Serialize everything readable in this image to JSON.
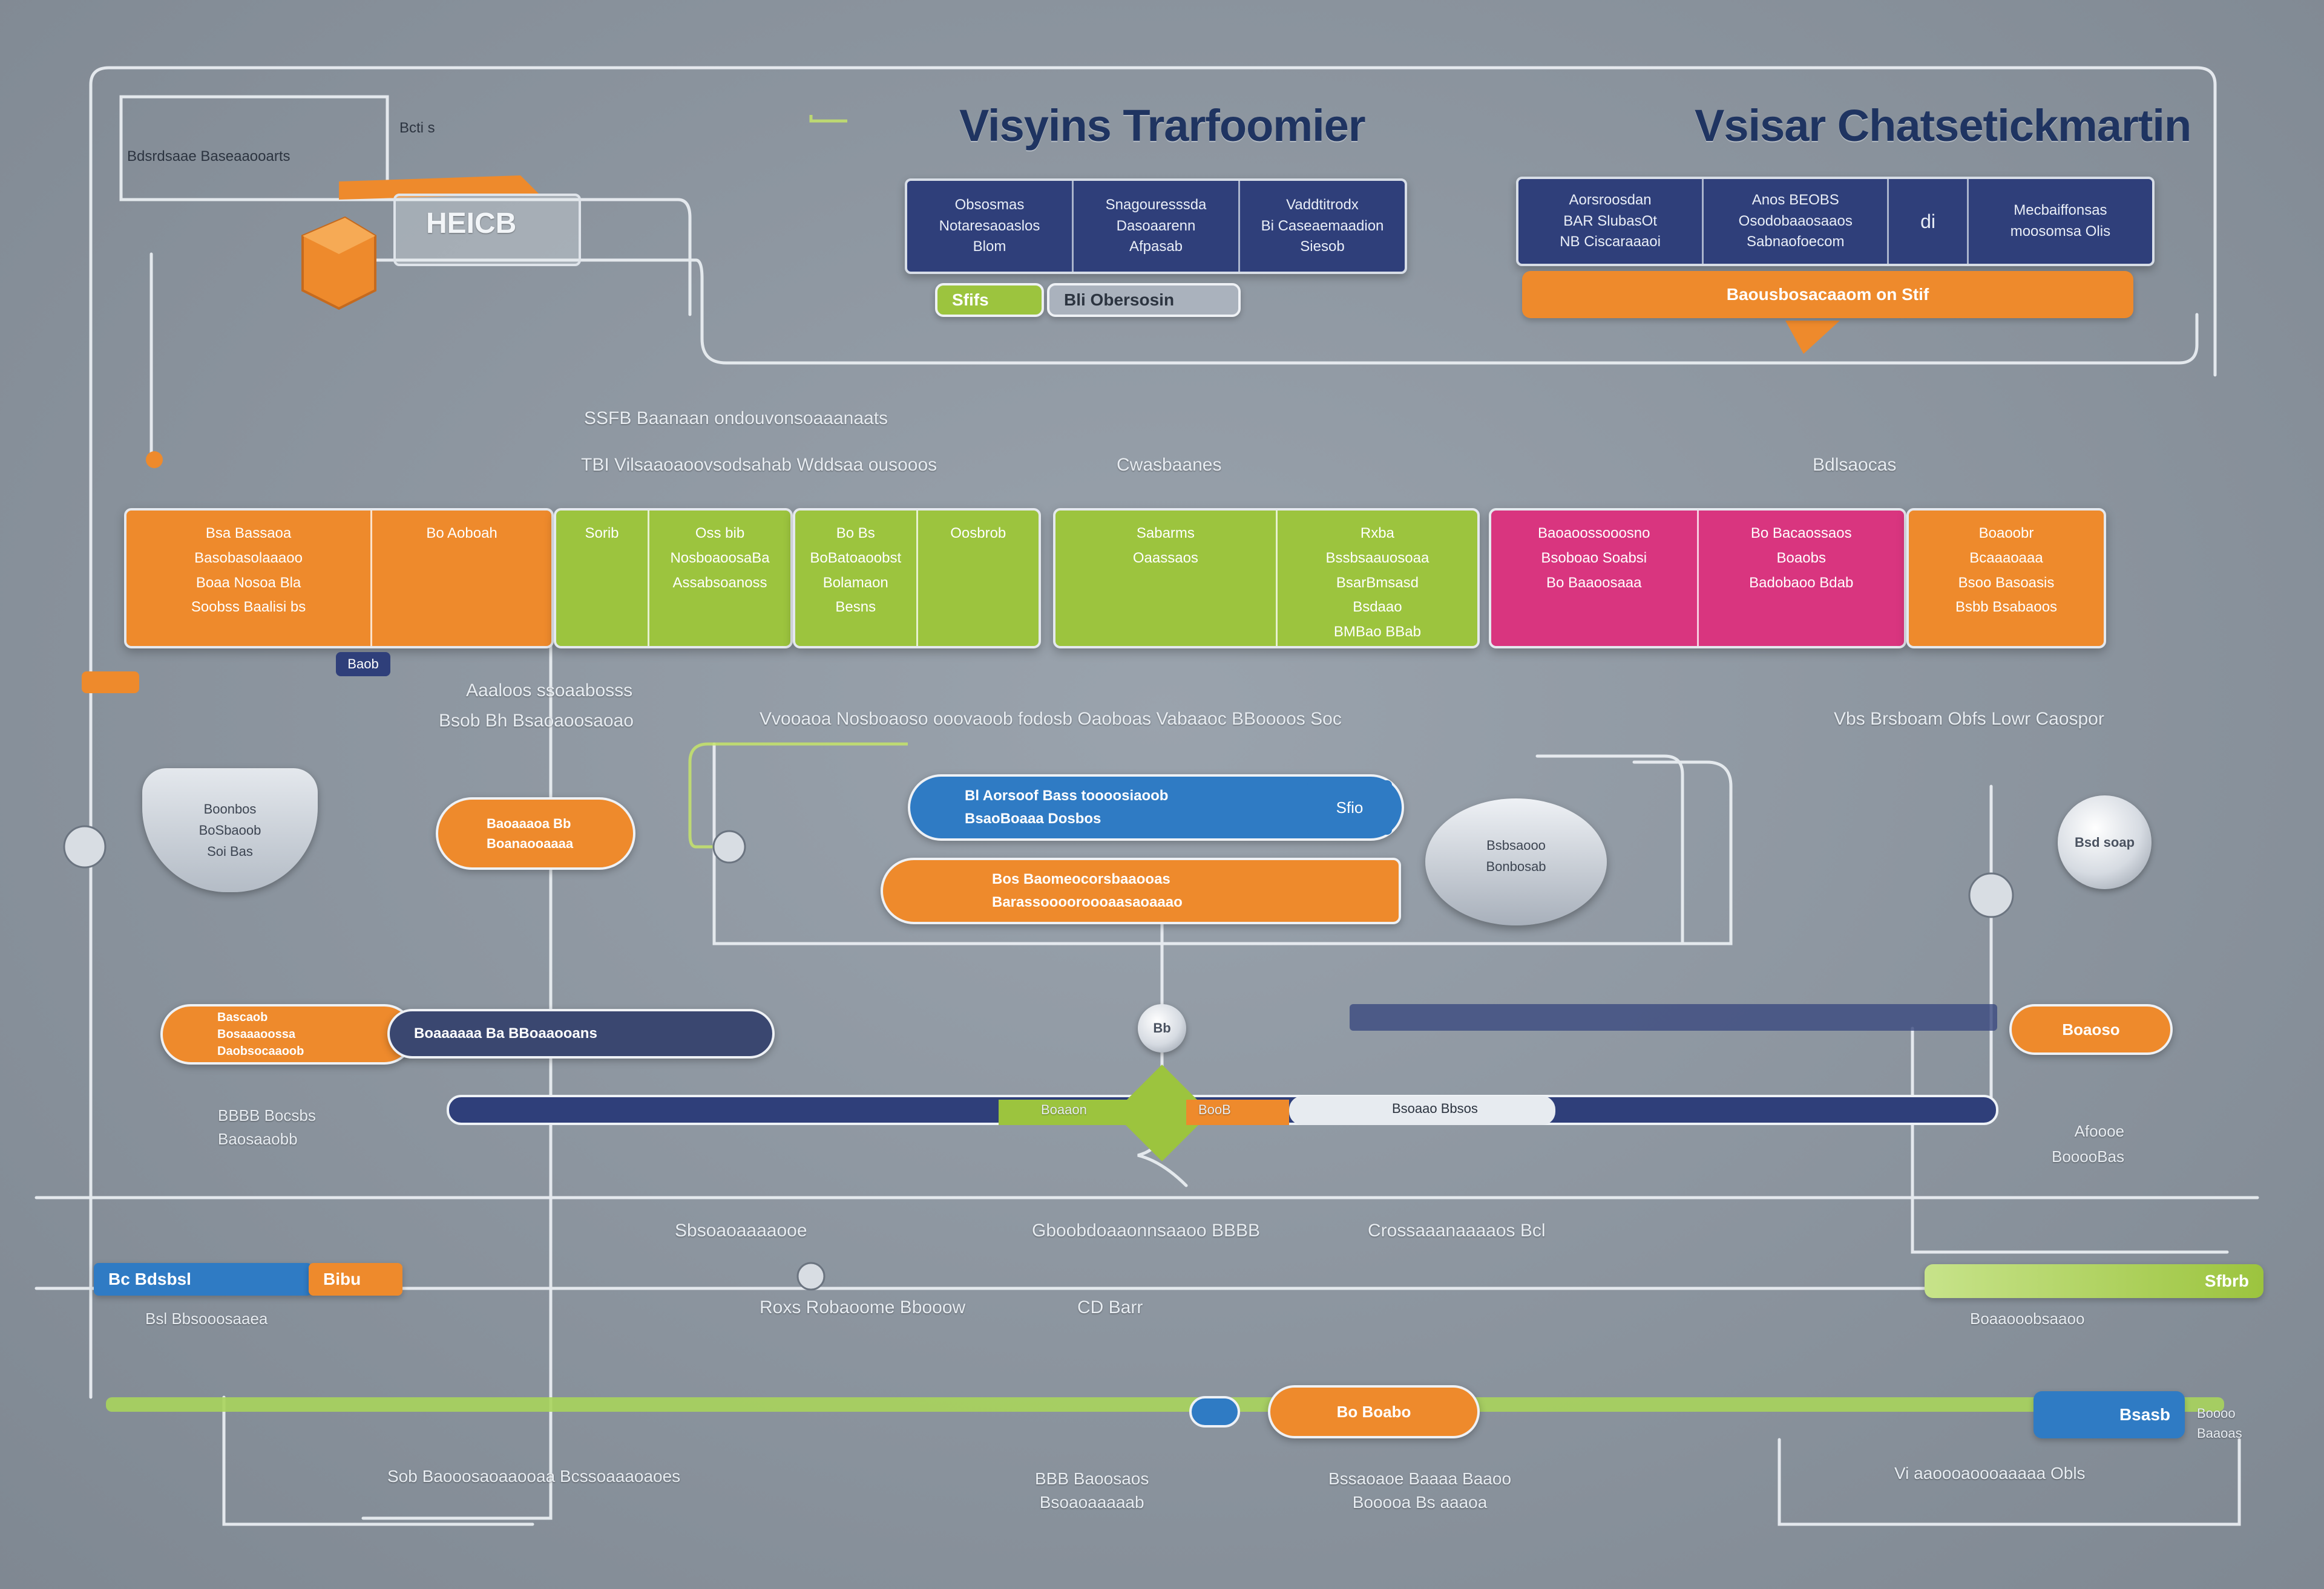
{
  "titles": {
    "left": "Visyins Trarfoomier",
    "right": "Vsisar Chatsetickmartin"
  },
  "left_table": [
    "Obsosmas\nNotaresaoaslos\nBlom",
    "Snagouresssda\nDasoaarenn\nAfpasab",
    "Vaddtitrodx\nBi Caseaemaadion\nSiesob"
  ],
  "left_status": {
    "green": "Sfifs",
    "gray": "Bli Obersosin"
  },
  "right_table": [
    "Aorsroosdan\nBAR SlubasOt\nNB Ciscaraaaoi",
    "Anos BEOBS\nOsodobaaosaaos\nSabnaofoecom",
    "di",
    "Mecbaiffonsas\nmoosomsa Olis"
  ],
  "right_orange": "Baousbosacaaom on Stif",
  "left_misc": {
    "tag1": "Bdsrdsaae Baseaaooarts",
    "tag2": "Bcti s",
    "card": "HEICB"
  },
  "mid_labels": {
    "l1": "SSFB Baanaan ondouvonsoaaanaats",
    "l2": "TBI Vilsaaoaoovsodsahab Wddsaa ousooos",
    "l3": "Cwasbaanes",
    "l4": "Bdlsaocas"
  },
  "band": {
    "orange1": [
      "Bsa Bassaoa\nBasobasolaaaoo\nBoaa Nosoa Bla\nSoobss Baalisi bs",
      "Bo Aoboah"
    ],
    "green1": [
      "Sorib",
      "Oss bib\nNosboaoosaBa\nAssabsoanoss"
    ],
    "green2": [
      "Bo Bs\nBoBatoaoobst\nBolamaon\nBesns",
      "Oosbrob"
    ],
    "green3": [
      "Sabarms\nOaassaos",
      "Rxba\nBssbsaauosoaa\nBsarBmsasd\nBsdaao\nBMBao BBab"
    ],
    "pink": [
      "Baoaoossooosno\nBsoboao Soabsi\nBo Baaoosaaa",
      "Bo Bacaossaos\nBoaobs\nBadobaoo Bdab"
    ],
    "orange2": [
      "Boaoobr\nBcaaaoaaa\nBsoo Basoasis\nBsbb Bsabaoos"
    ]
  },
  "row2": {
    "small_tag": "Baob",
    "l1": "Aaaloos ssoaabosss",
    "l2": "Bsob Bh Bsaoaoosaoao",
    "center_text": "Vvooaoa Nosboaoso ooovaoob fodosb Oaoboas Vabaaoc BBoooos Soc",
    "right_text": "Vbs Brsboam Obfs Lowr Caospor"
  },
  "row3": {
    "shield": "Boonbos\nBoSbaoob\nSoi Bas",
    "orange_pill": "Baoaaaoa Bb\nBoanaooaaaa",
    "blue_pill": "Bl Aorsoof Bass toooosiaoob\nBsaoBoaaa Dosbos",
    "blue_side": "Sfio",
    "orange_bar": "Bos Baomeocorsbaaooas\nBarassooooroooaasaoaaao",
    "oval": "Bsbsaooo\nBonbosab",
    "disc": "Bsd soap"
  },
  "row4": {
    "pill_left": "Bascaob\nBosaaaoossa\nDaobsocaaoob",
    "pill_dark": "Boaaaaaa Ba BBoaaooans",
    "node": "Bb",
    "right_pill": "Boaoso",
    "left_label": "BBBB Bocsbs\nBaosaaobb",
    "center_green": "Boaaon",
    "center_orange": "BooB",
    "center_white": "Bsoaao Bbsos",
    "right_label": "Afoooe\nBooooBas"
  },
  "row5": {
    "left_label": "Sbsoaoaaaaooe",
    "mid_label": "Gboobdoaaonnsaaoo BBBB",
    "right_label": "Crossaaanaaaaos Bcl",
    "low_left": "Roxs Robaoome Bbooow",
    "low_mid": "CD Barr"
  },
  "row6": {
    "left_tab_blue": "Bc Bdsbsl",
    "left_tab_orange": "Bibu",
    "left_label": "Bsl Bbsooosaaea",
    "right_green": "Sfbrb",
    "right_label": "Boaaooobsaaoo"
  },
  "bottom": {
    "orange_pill": "Bo Boabo",
    "blue_right": "Bsasb",
    "blue_label": "Boooo\nBaaoas",
    "labels": [
      "Sob Baooosaoaaooaa Bcssoaaaoaoes",
      "BBB Baoosaos\nBsoaoaaaaab",
      "Bssaoaoe Baaaa Baaoo\nBooooa Bs aaaoa",
      "Vi aaoooaoooaaaaa Obls"
    ]
  },
  "colors": {
    "navy": "#2f3f7a",
    "orange": "#ee8a2c",
    "green": "#9cc43e",
    "pink": "#d9357f",
    "blue": "#2f7bc4",
    "background": "#8b949e"
  }
}
